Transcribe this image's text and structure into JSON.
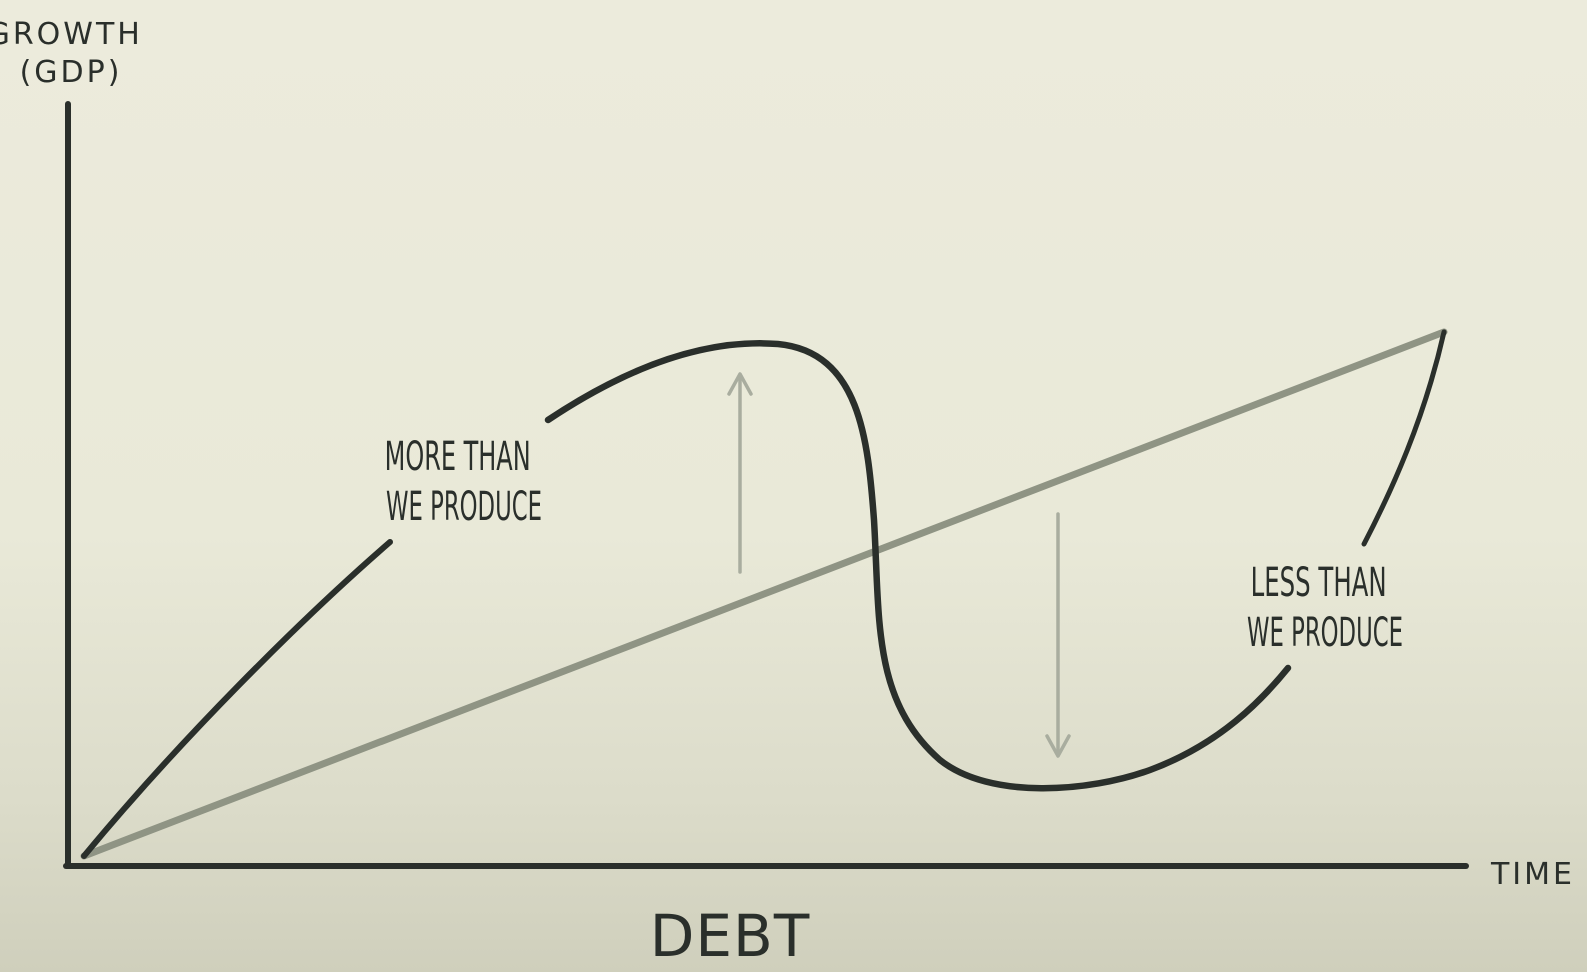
{
  "diagram": {
    "y_axis_label_lines": [
      "GROWTH",
      "(GDP)"
    ],
    "x_axis_label": "TIME",
    "bottom_label": "DEBT",
    "upper_note_lines": [
      "MORE THAN",
      "WE PRODUCE"
    ],
    "lower_note_lines": [
      "LESS THAN",
      "WE PRODUCE"
    ],
    "colors": {
      "background": "#ebeadb",
      "ink": "#2a2f2b",
      "trend_line": "#8f9484",
      "arrows": "#a9ad9f"
    }
  }
}
